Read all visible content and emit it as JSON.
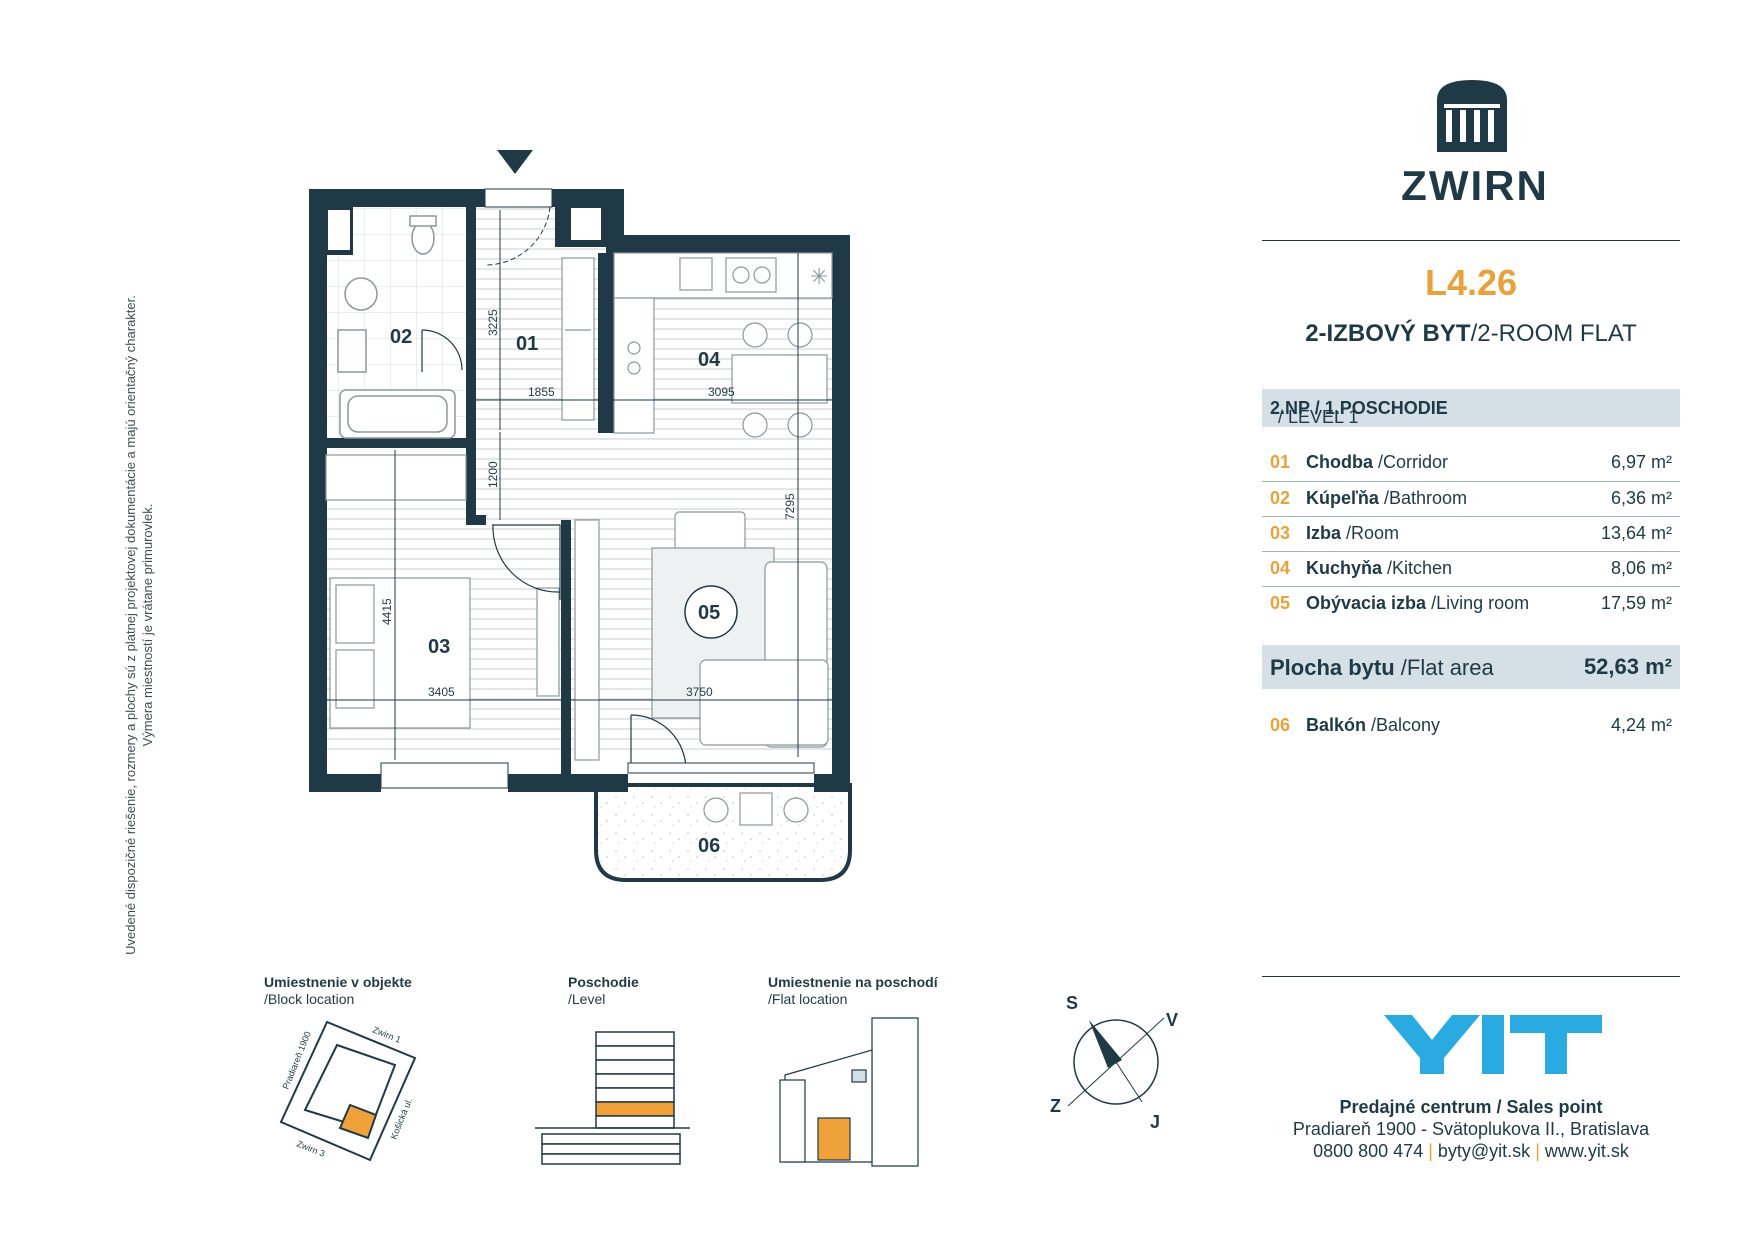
{
  "disclaimer": {
    "line1": "Uvedené dispozičné riešenie, rozmery a plochy sú z platnej projektovej dokumentácie a majú orientačný charakter.",
    "line2": "Výmera miestností je vrátane primurovlek."
  },
  "brand": {
    "name": "ZWIRN"
  },
  "flat": {
    "code": "L4.26",
    "type_sk": "2-IZBOVÝ BYT",
    "type_en": "/2-ROOM FLAT"
  },
  "level": {
    "sk": "2.NP / 1.POSCHODIE",
    "en": " / LEVEL 1"
  },
  "rooms": [
    {
      "num": "01",
      "name_sk": "Chodba",
      "name_en": " /Corridor",
      "area": "6,97 m²"
    },
    {
      "num": "02",
      "name_sk": "Kúpeľňa",
      "name_en": " /Bathroom",
      "area": "6,36 m²"
    },
    {
      "num": "03",
      "name_sk": "Izba",
      "name_en": " /Room",
      "area": "13,64 m²"
    },
    {
      "num": "04",
      "name_sk": "Kuchyňa",
      "name_en": " /Kitchen",
      "area": "8,06 m²"
    },
    {
      "num": "05",
      "name_sk": "Obývacia izba",
      "name_en": " /Living room",
      "area": "17,59 m²"
    }
  ],
  "total": {
    "label_sk": "Plocha bytu",
    "label_en": " /Flat area",
    "value": "52,63 m²"
  },
  "balcony": {
    "num": "06",
    "name_sk": "Balkón",
    "name_en": " /Balcony",
    "area": "4,24 m²"
  },
  "sales": {
    "logo": "YIT",
    "title": "Predajné centrum / Sales point",
    "address": "Pradiareň 1900 - Svätoplukova II., Bratislava",
    "phone": "0800 800 474",
    "email": "byty@yit.sk",
    "web": "www.yit.sk",
    "sep": " | "
  },
  "plan": {
    "room_labels": [
      "01",
      "02",
      "03",
      "04",
      "05",
      "06"
    ],
    "dimensions": [
      "3225",
      "1855",
      "3095",
      "1200",
      "7295",
      "4415",
      "3405",
      "3750"
    ]
  },
  "legend": {
    "block": {
      "title": "Umiestnenie v objekte",
      "sub": "/Block location",
      "streets": [
        "Zwirn 1",
        "Pradiareň 1900",
        "Košická ul.",
        "Zwirn 3"
      ]
    },
    "level": {
      "title": "Poschodie",
      "sub": "/Level"
    },
    "flat": {
      "title": "Umiestnenie na poschodí",
      "sub": "/Flat location"
    }
  },
  "compass": {
    "S": "S",
    "V": "V",
    "Z": "Z",
    "J": "J"
  },
  "colors": {
    "dark": "#1f3a46",
    "accent": "#e8a23c",
    "band": "#d4e0e5",
    "yit_blue": "#29abe2"
  }
}
